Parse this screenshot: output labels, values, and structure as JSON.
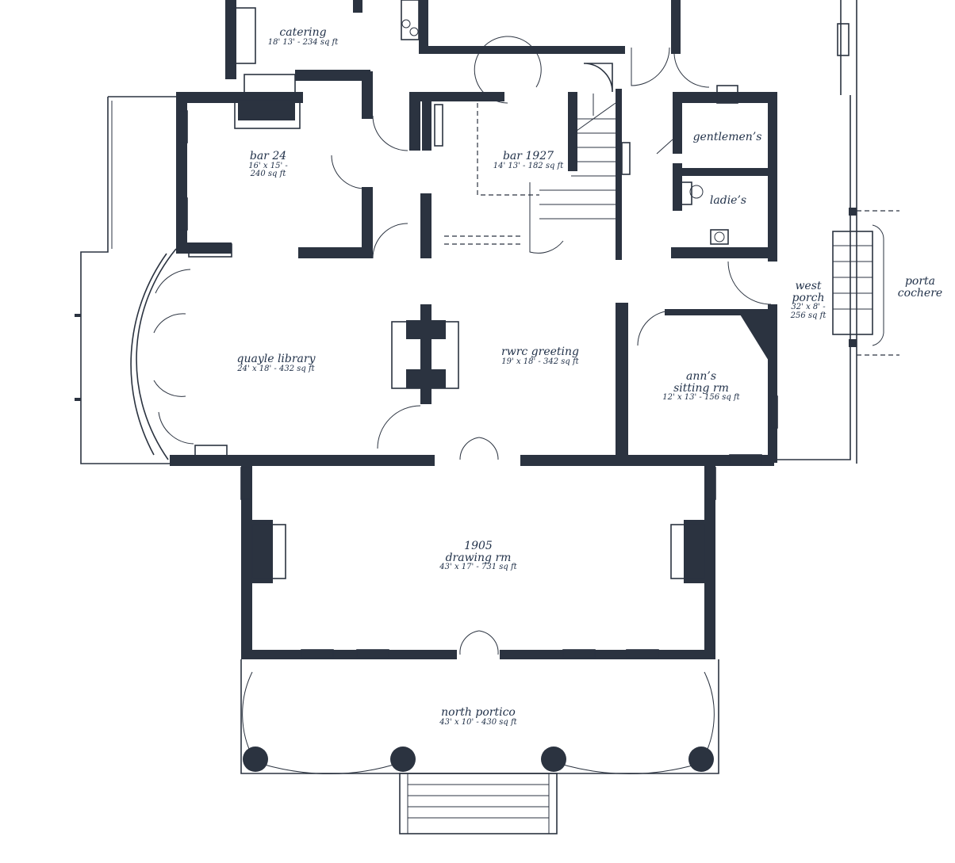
{
  "rooms": {
    "catering": {
      "name": "catering",
      "dims": "18' 13' - 234 sq ft"
    },
    "bar24": {
      "name": "bar  24",
      "dims1": "16' x 15' -",
      "dims2": "240 sq ft"
    },
    "bar1927": {
      "name": "bar 1927",
      "dims": "14' 13' - 182 sq ft"
    },
    "gentlemens": {
      "name": "gentlemen’s"
    },
    "ladies": {
      "name": "ladie’s"
    },
    "westporch": {
      "name1": "west",
      "name2": "porch",
      "dims1": "32' x 8' -",
      "dims2": "256 sq ft"
    },
    "portacochere": {
      "name1": "porta",
      "name2": "cochere"
    },
    "quayle": {
      "name": "quayle library",
      "dims": "24' x 18' - 432 sq ft"
    },
    "rwrc": {
      "name": "rwrc greeting",
      "dims": "19' x 18' - 342 sq ft"
    },
    "anns": {
      "name1": "ann’s",
      "name2": "sitting rm",
      "dims": "12' x 13' - 156 sq ft"
    },
    "drawing": {
      "name1": "1905",
      "name2": "drawing rm",
      "dims": "43' x 17' - 731 sq ft"
    },
    "portico": {
      "name": "north portico",
      "dims": "43' x 10' - 430 sq ft"
    }
  },
  "colors": {
    "ink": "#2b3340",
    "label": "#22324a",
    "paper": "#ffffff"
  }
}
